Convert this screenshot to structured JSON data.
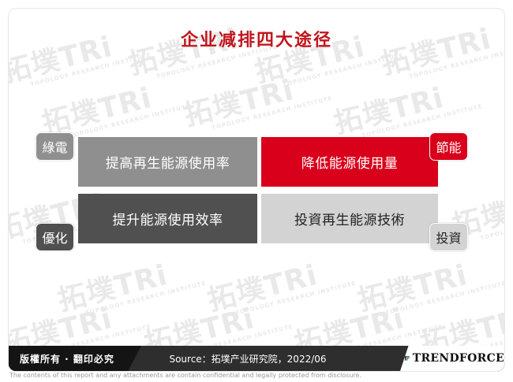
{
  "title": "企业减排四大途径",
  "watermark": {
    "text": "拓墣TRi",
    "subtext": "TOPOLOGY RESEARCH INSTITUTE"
  },
  "quadrants": {
    "top_left": "提高再生能源使用率",
    "top_right": "降低能源使用量",
    "bottom_left": "提升能源使用效率",
    "bottom_right": "投資再生能源技術"
  },
  "tags": {
    "top_left": "綠電",
    "top_right": "節能",
    "bottom_left": "優化",
    "bottom_right": "投資"
  },
  "footer": {
    "copyright": "版權所有 · 翻印必究",
    "source": "Source：拓墣产业研究院，2022/06",
    "brand": "TRENDFORCE"
  },
  "disclaimer": "The contents of this report and any attachments are contain confidential and legally protected from disclosure.",
  "colors": {
    "title_red": "#c0161d",
    "red": "#d9001b",
    "mid_gray": "#8f8f8f",
    "dark_gray": "#505050",
    "light_gray": "#d3d3d3"
  }
}
